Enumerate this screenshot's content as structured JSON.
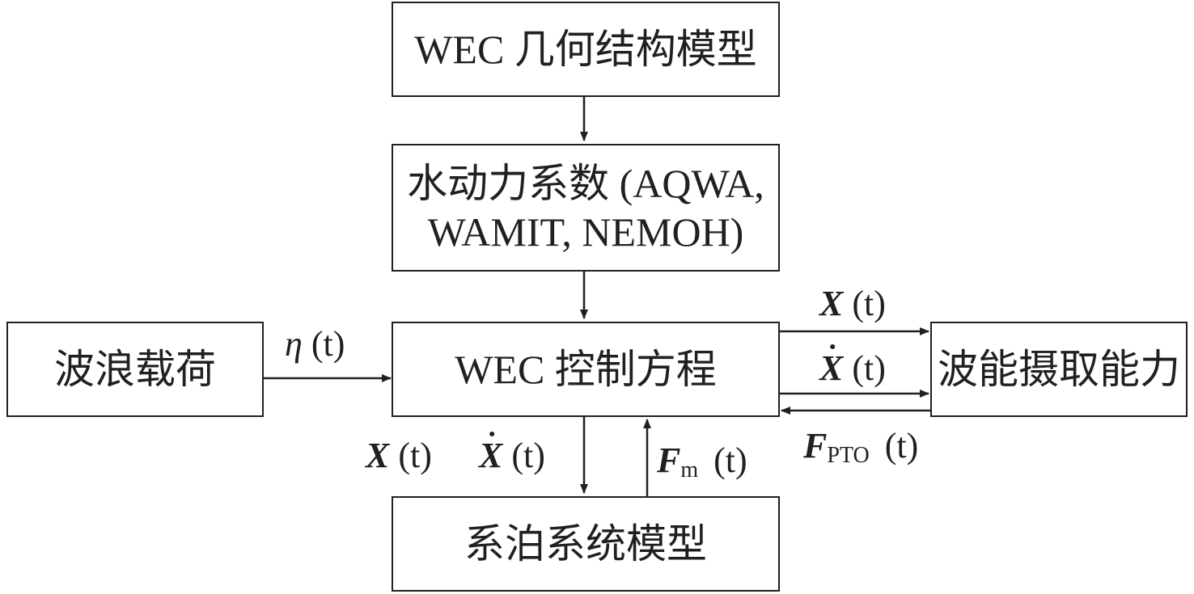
{
  "boxes": {
    "geometry": "WEC 几何结构模型",
    "hydro_line1": "水动力系数 (AQWA,",
    "hydro_line2": "WAMIT, NEMOH)",
    "wave": "波浪载荷",
    "control": "WEC 控制方程",
    "capture": "波能摄取能力",
    "mooring": "系泊系统模型"
  },
  "labels": {
    "eta_symbol": "η",
    "eta_arg": " (t)",
    "x_symbol": "X",
    "x_arg": " (t)",
    "xdot_symbol": "X",
    "xdot_arg": " (t)",
    "fpto_symbol": "F",
    "fpto_sub": "PTO",
    "fpto_arg": " (t)",
    "x_down_symbol": "X",
    "x_down_arg": " (t)",
    "xdot_down_symbol": "X",
    "xdot_down_arg": " (t)",
    "fm_symbol": "F",
    "fm_sub": "m",
    "fm_arg": " (t)"
  },
  "colors": {
    "line": "#231f20",
    "background": "#ffffff"
  }
}
